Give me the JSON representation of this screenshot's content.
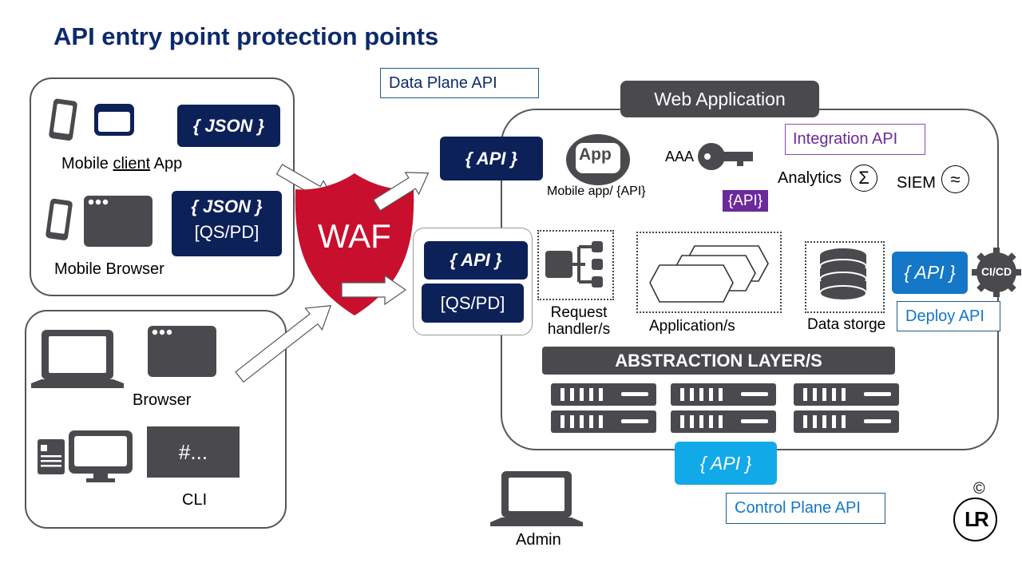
{
  "title": "API entry point protection points",
  "clients": {
    "mobile_app_label": "Mobile client App",
    "mobile_app_label_parts": [
      "Mobile ",
      "client",
      " App"
    ],
    "mobile_app_json": "{ JSON }",
    "mobile_browser_label": "Mobile Browser",
    "mobile_browser_json": "{ JSON }",
    "mobile_browser_qs": "[QS/PD]",
    "browser_label": "Browser",
    "cli_text": "#...",
    "cli_label": "CLI"
  },
  "waf": {
    "label": "WAF"
  },
  "data_plane": {
    "label": "Data Plane API",
    "api": "{ API }",
    "api2": "{ API }",
    "qs": "[QS/PD]"
  },
  "web_app": {
    "title": "Web Application",
    "app_icon_text": "App",
    "mobile_app_api": "Mobile app/ {API}",
    "aaa": "AAA",
    "integration_api": "Integration API",
    "api_purple": "{API}",
    "analytics": "Analytics",
    "analytics_symbol": "Σ",
    "siem": "SIEM",
    "siem_symbol": "≈",
    "request_handler": [
      "Request",
      "handler/s"
    ],
    "applications": "Application/s",
    "data_storage": "Data storge",
    "deploy_api_btn": "{ API }",
    "cicd": "CI/CD",
    "deploy_api": "Deploy API",
    "abstraction": "ABSTRACTION LAYER/S"
  },
  "control_plane": {
    "api": "{ API }",
    "label": "Control Plane API"
  },
  "admin": {
    "label": "Admin"
  },
  "copyright": "©",
  "logo_letters": "LR",
  "colors": {
    "navy": "#0d2159",
    "title": "#0d2a6b",
    "waf_red": "#c8102e",
    "gray": "#4a4a4e",
    "blue": "#1477c8",
    "cyan": "#12a9e8",
    "purple": "#6a2a9a"
  }
}
